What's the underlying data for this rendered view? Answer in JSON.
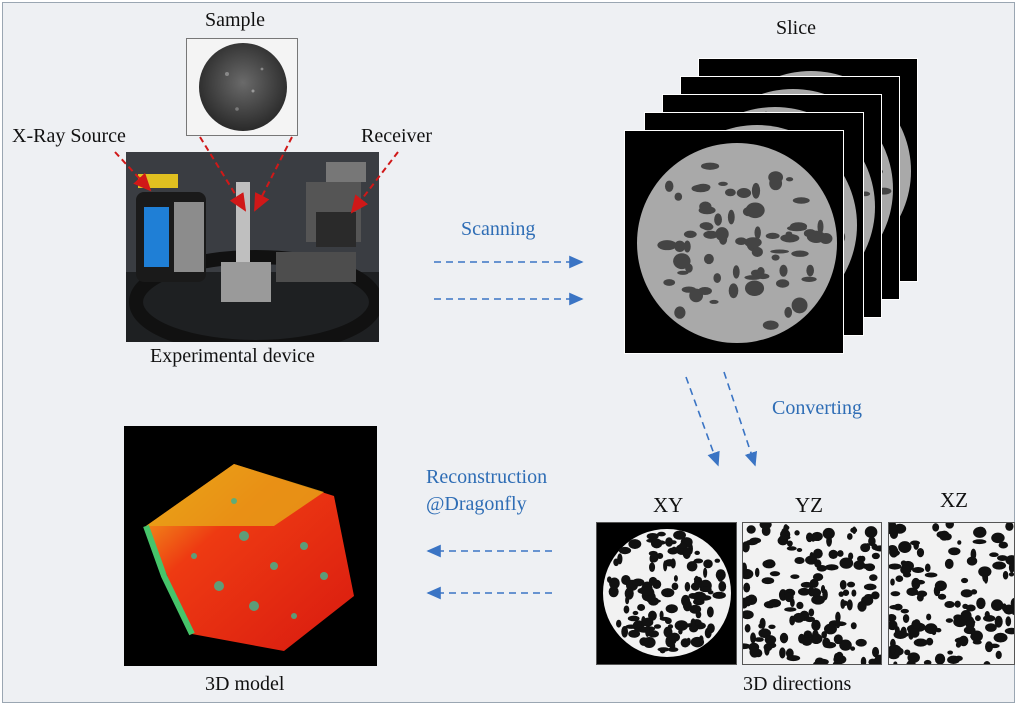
{
  "labels": {
    "sample": "Sample",
    "xray_source": "X-Ray Source",
    "receiver": "Receiver",
    "experimental_device": "Experimental device",
    "slice": "Slice",
    "scanning": "Scanning",
    "converting": "Converting",
    "reconstruction_line1": "Reconstruction",
    "reconstruction_line2": "@Dragonfly",
    "model_3d": "3D model",
    "directions_3d": "3D directions",
    "xy": "XY",
    "yz": "YZ",
    "xz": "XZ"
  },
  "colors": {
    "arrow_blue": "#3a74c4",
    "pointer_red": "#d01818",
    "background": "#eef0f3"
  }
}
